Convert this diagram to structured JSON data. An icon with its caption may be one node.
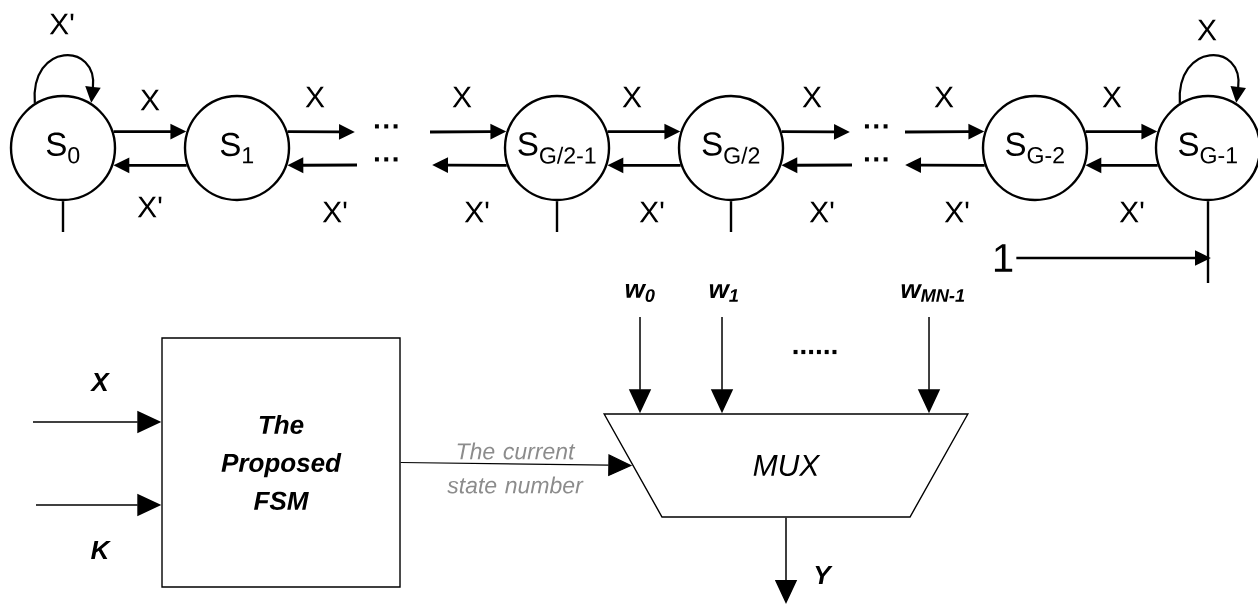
{
  "diagram": {
    "nodes": [
      {
        "text": [
          "S$_{0}$"
        ]
      },
      {
        "text": [
          "S$_{1}$"
        ]
      },
      {
        "text": [
          "S$_{G/2-1}$"
        ]
      },
      {
        "text": [
          "S$_{G/2}$"
        ]
      },
      {
        "text": [
          "S$_{G-2}$"
        ]
      },
      {
        "text": [
          "S$_{G-1}$"
        ]
      },
      {
        "text": [
          "1"
        ]
      },
      {
        "text": [
          "The Proposed FSM"
        ]
      },
      {
        "text": [
          "MUX"
        ]
      }
    ],
    "edges": [
      {
        "from": 0,
        "to": 1,
        "arrow": "to",
        "label": "X"
      },
      {
        "from": 1,
        "to": 0,
        "arrow": "to",
        "label": "X'"
      },
      {
        "from": 1,
        "to": null,
        "arrow": "to",
        "label": "X"
      },
      {
        "from": null,
        "to": 1,
        "arrow": "to",
        "label": "X'"
      },
      {
        "from": null,
        "to": 2,
        "arrow": "to",
        "label": "X"
      },
      {
        "from": 2,
        "to": null,
        "arrow": "to",
        "label": "X'"
      },
      {
        "from": 2,
        "to": 3,
        "arrow": "to",
        "label": "X"
      },
      {
        "from": 3,
        "to": 2,
        "arrow": "to",
        "label": "X'"
      },
      {
        "from": 3,
        "to": null,
        "arrow": "to",
        "label": "X"
      },
      {
        "from": null,
        "to": 3,
        "arrow": "to",
        "label": "X'"
      },
      {
        "from": null,
        "to": 4,
        "arrow": "to",
        "label": "X"
      },
      {
        "from": 4,
        "to": null,
        "arrow": "to",
        "label": "X'"
      },
      {
        "from": 4,
        "to": 5,
        "arrow": "to",
        "label": "X"
      },
      {
        "from": 5,
        "to": 4,
        "arrow": "to",
        "label": "X'"
      },
      {
        "from": 0,
        "to": 0,
        "arrow": "to",
        "label": "X'"
      },
      {
        "from": 5,
        "to": 5,
        "arrow": "to",
        "label": "X"
      },
      {
        "from": 6,
        "to": null,
        "arrow": "to"
      },
      {
        "from": null,
        "to": 7,
        "arrow": "to",
        "label": "X"
      },
      {
        "from": null,
        "to": 7,
        "arrow": "to",
        "label": "K"
      },
      {
        "from": 7,
        "to": 8,
        "arrow": "to",
        "label": "The current state number"
      },
      {
        "from": null,
        "to": 8,
        "arrow": "to",
        "label": "w$_{0}$"
      },
      {
        "from": null,
        "to": 8,
        "arrow": "to",
        "label": "w$_{1}$"
      },
      {
        "from": null,
        "to": 8,
        "arrow": "to",
        "label": "w$_{MN-1}$"
      },
      {
        "from": 8,
        "to": null,
        "arrow": "to",
        "label": "Y"
      }
    ],
    "labels": [
      "···",
      "···",
      "···",
      "···",
      "......"
    ]
  }
}
